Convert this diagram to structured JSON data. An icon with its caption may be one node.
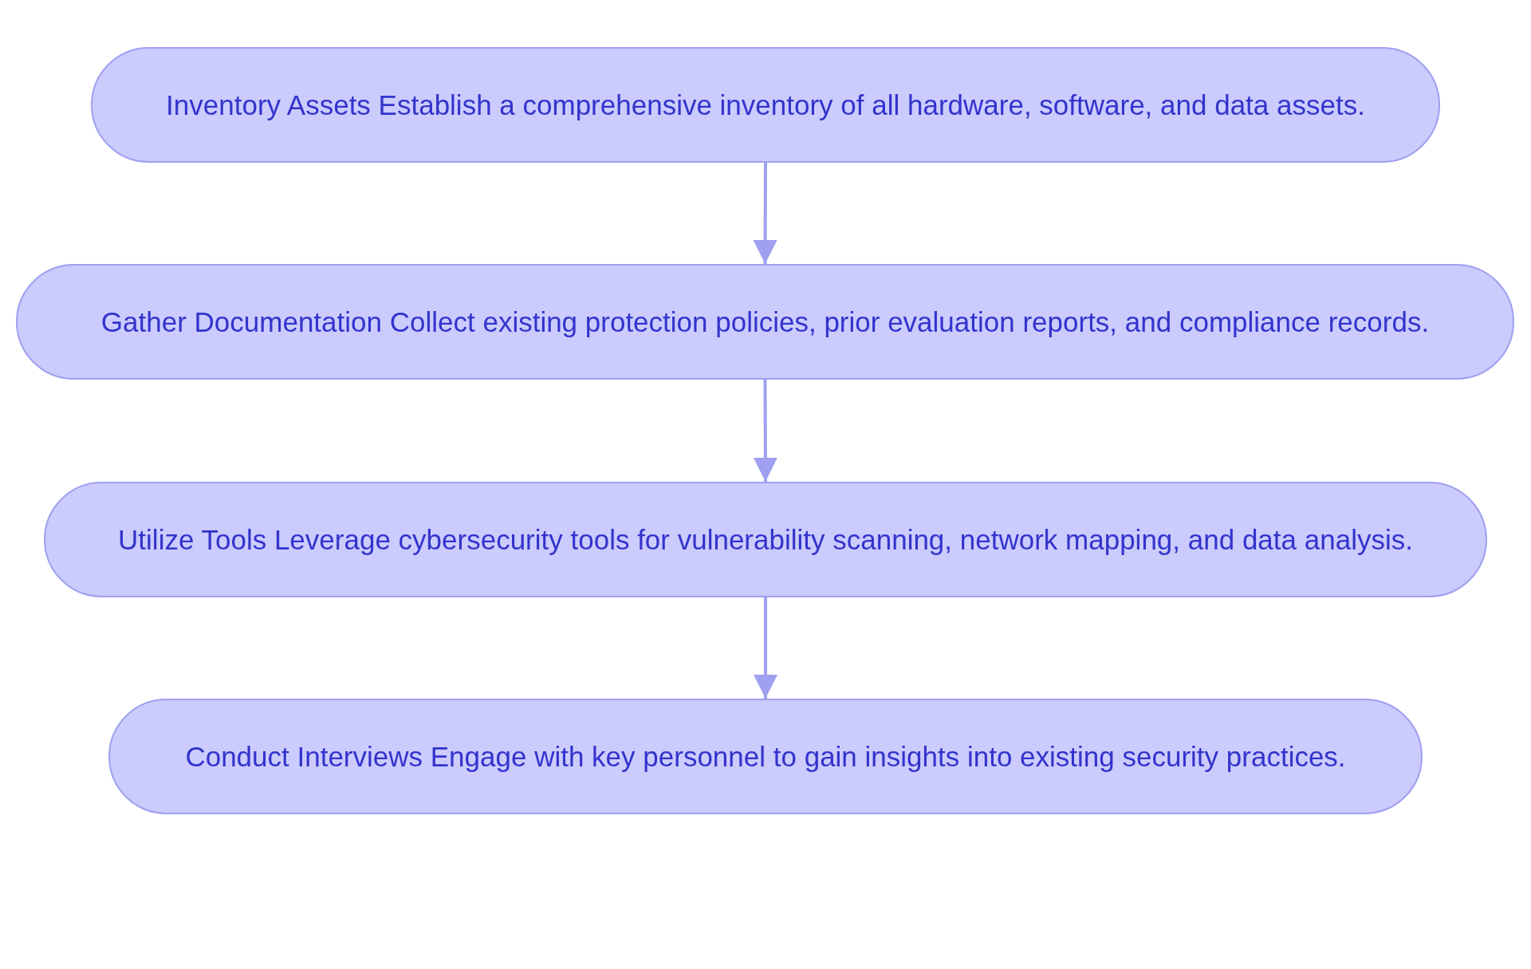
{
  "diagram": {
    "nodes": [
      {
        "text": [
          "Inventory Assets Establish a comprehensive inventory of all hardware, software, and data assets."
        ]
      },
      {
        "text": [
          "Gather Documentation Collect existing protection policies, prior evaluation reports, and compliance records."
        ]
      },
      {
        "text": [
          "Utilize Tools Leverage cybersecurity tools for vulnerability scanning, network mapping, and data analysis."
        ]
      },
      {
        "text": [
          "Conduct Interviews Engage with key personnel to gain insights into existing security practices."
        ]
      }
    ],
    "edges": [
      {
        "from": 0,
        "to": 1,
        "arrow": "to"
      },
      {
        "from": 1,
        "to": 2,
        "arrow": "to"
      },
      {
        "from": 2,
        "to": 3,
        "arrow": "to"
      }
    ]
  }
}
